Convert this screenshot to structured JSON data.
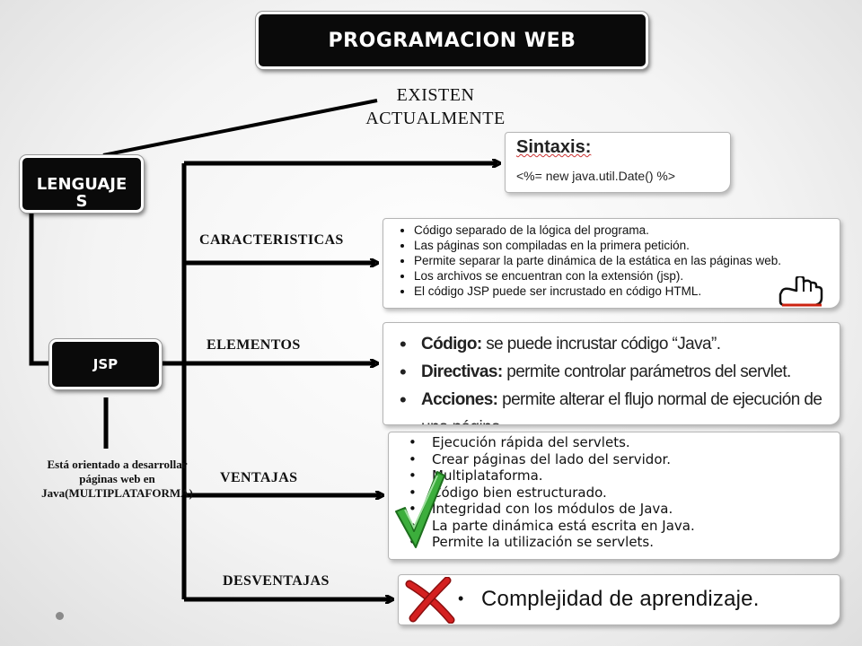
{
  "diagram": {
    "title": "PROGRAMACION WEB",
    "root": "LENGUAJES",
    "existen": "EXISTEN ACTUALMENTE",
    "jsp": "JSP",
    "jsp_description": "Está orientado a desarrollar páginas web en Java(MULTIPLATAFORMA)",
    "branches": {
      "caracteristicas": "CARACTERISTICAS",
      "elementos": "ELEMENTOS",
      "ventajas": "VENTAJAS",
      "desventajas": "DESVENTAJAS"
    },
    "syntax": {
      "title": "Sintaxis:",
      "code": "<%= new java.util.Date() %>"
    },
    "caracteristicas_items": [
      "Código separado de la lógica del programa.",
      "Las páginas son compiladas en la primera petición.",
      "Permite separar la parte dinámica de la estática en las páginas web.",
      "Los archivos se encuentran con la extensión (jsp).",
      "El código JSP puede ser incrustado en código HTML."
    ],
    "elementos_items": [
      {
        "term": "Código:",
        "desc": " se puede incrustar código “Java”."
      },
      {
        "term": "Directivas:",
        "desc": " permite controlar parámetros del servlet."
      },
      {
        "term": "Acciones:",
        "desc": " permite alterar el flujo normal de ejecución de una página."
      }
    ],
    "ventajas_items": [
      "Ejecución rápida del servlets.",
      "Crear páginas del lado del servidor.",
      "Multiplataforma.",
      "Código bien estructurado.",
      "Integridad con los módulos de Java.",
      "La parte dinámica está escrita en Java.",
      "Permite la utilización se servlets."
    ],
    "desventaja_text": "Complejidad de aprendizaje."
  },
  "icons": {
    "pointer": "pointing-hand-icon",
    "check": "checkmark-icon",
    "cross": "red-x-icon"
  },
  "colors": {
    "box_fill": "#0a0a0a",
    "check_green": "#3cae3c",
    "cross_red": "#d42020"
  }
}
